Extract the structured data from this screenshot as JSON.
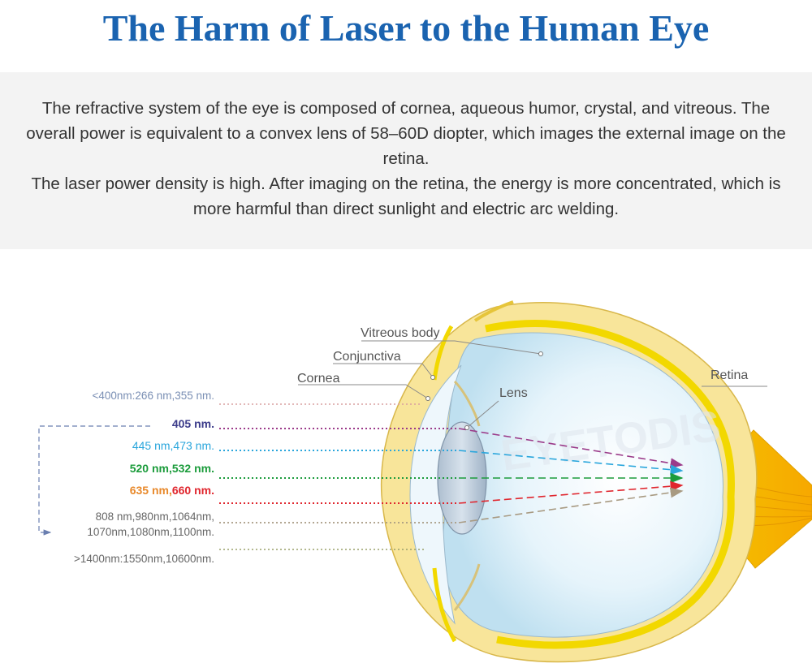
{
  "title": "The Harm of Laser to the Human Eye",
  "description": {
    "paragraph1": "The refractive system of the eye is composed of cornea, aqueous humor, crystal, and vitreous. The overall power is equivalent to a convex lens of 58–60D diopter, which images the external image on the retina.",
    "paragraph2": "The laser power density is high. After imaging on the retina, the energy is more concentrated, which is more harmful than direct sunlight and electric arc welding."
  },
  "anatomy": {
    "vitreous": "Vitreous body",
    "conjunctiva": "Conjunctiva",
    "cornea": "Cornea",
    "lens": "Lens",
    "retina": "Retina"
  },
  "wavelengths": {
    "w400": "<400nm:266 nm,355 nm.",
    "w405": "405 nm.",
    "w445": "445 nm,473 nm.",
    "w520": "520 nm,532 nm.",
    "w635a": "635 nm,",
    "w635b": "660 nm.",
    "w808": "808 nm,980nm,1064nm,",
    "w1070": "1070nm,1080nm,1100nm.",
    "w1400": ">1400nm:1550nm,10600nm."
  },
  "colors": {
    "title": "#1a63b0",
    "uv": "#d9a0a0",
    "violet": "#9b3b8a",
    "blue": "#2aa6dc",
    "green": "#1c9c3c",
    "red": "#e0262e",
    "orange": "#e8892b",
    "nir": "#a89a82",
    "ir": "#9aa06a",
    "sclera": "#f7df7a",
    "retina": "#f2d800"
  }
}
